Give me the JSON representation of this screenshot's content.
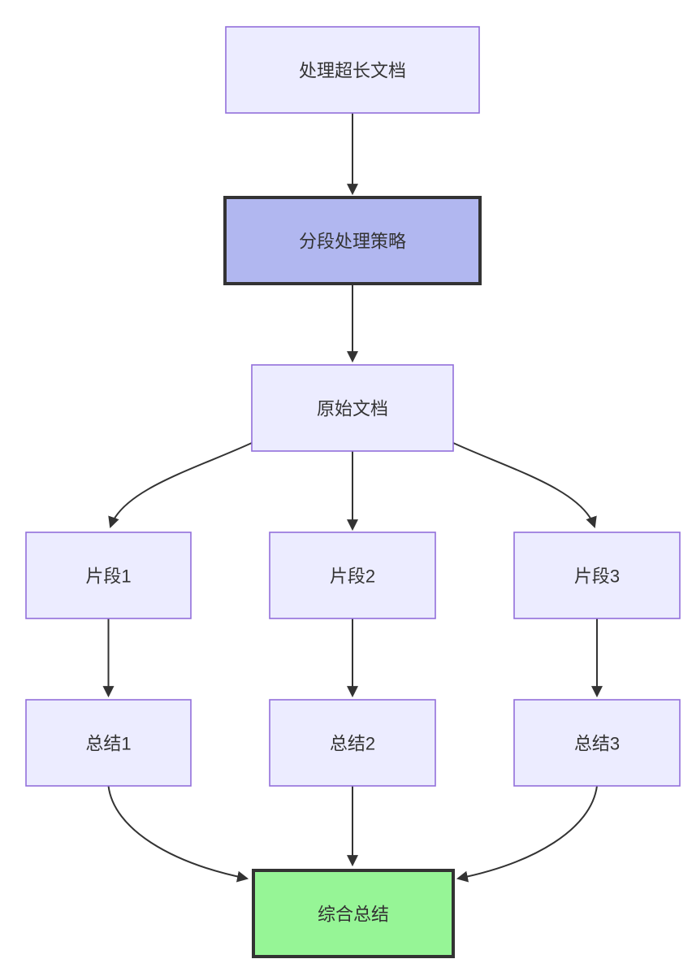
{
  "diagram": {
    "type": "flowchart",
    "direction": "top-down",
    "nodes": [
      {
        "id": "A",
        "label": "处理超长文档",
        "style": "default"
      },
      {
        "id": "B",
        "label": "分段处理策略",
        "style": "accent"
      },
      {
        "id": "C",
        "label": "原始文档",
        "style": "default"
      },
      {
        "id": "F1",
        "label": "片段1",
        "style": "default"
      },
      {
        "id": "F2",
        "label": "片段2",
        "style": "default"
      },
      {
        "id": "F3",
        "label": "片段3",
        "style": "default"
      },
      {
        "id": "S1",
        "label": "总结1",
        "style": "default"
      },
      {
        "id": "S2",
        "label": "总结2",
        "style": "default"
      },
      {
        "id": "S3",
        "label": "总结3",
        "style": "default"
      },
      {
        "id": "G",
        "label": "综合总结",
        "style": "success"
      }
    ],
    "edges": [
      {
        "from": "处理超长文档",
        "to": "分段处理策略"
      },
      {
        "from": "分段处理策略",
        "to": "原始文档"
      },
      {
        "from": "原始文档",
        "to": "片段1"
      },
      {
        "from": "原始文档",
        "to": "片段2"
      },
      {
        "from": "原始文档",
        "to": "片段3"
      },
      {
        "from": "片段1",
        "to": "总结1"
      },
      {
        "from": "片段2",
        "to": "总结2"
      },
      {
        "from": "片段3",
        "to": "总结3"
      },
      {
        "from": "总结1",
        "to": "综合总结"
      },
      {
        "from": "总结2",
        "to": "综合总结"
      },
      {
        "from": "总结3",
        "to": "综合总结"
      }
    ],
    "colors": {
      "background": "#FFFFFF",
      "node_default_fill": "#ECECFF",
      "node_default_border": "#9370DB",
      "node_accent_fill": "#B1B7F0",
      "node_success_fill": "#96F596",
      "node_dark_border": "#333333",
      "edge_stroke": "#333333",
      "text": "#333333"
    }
  }
}
